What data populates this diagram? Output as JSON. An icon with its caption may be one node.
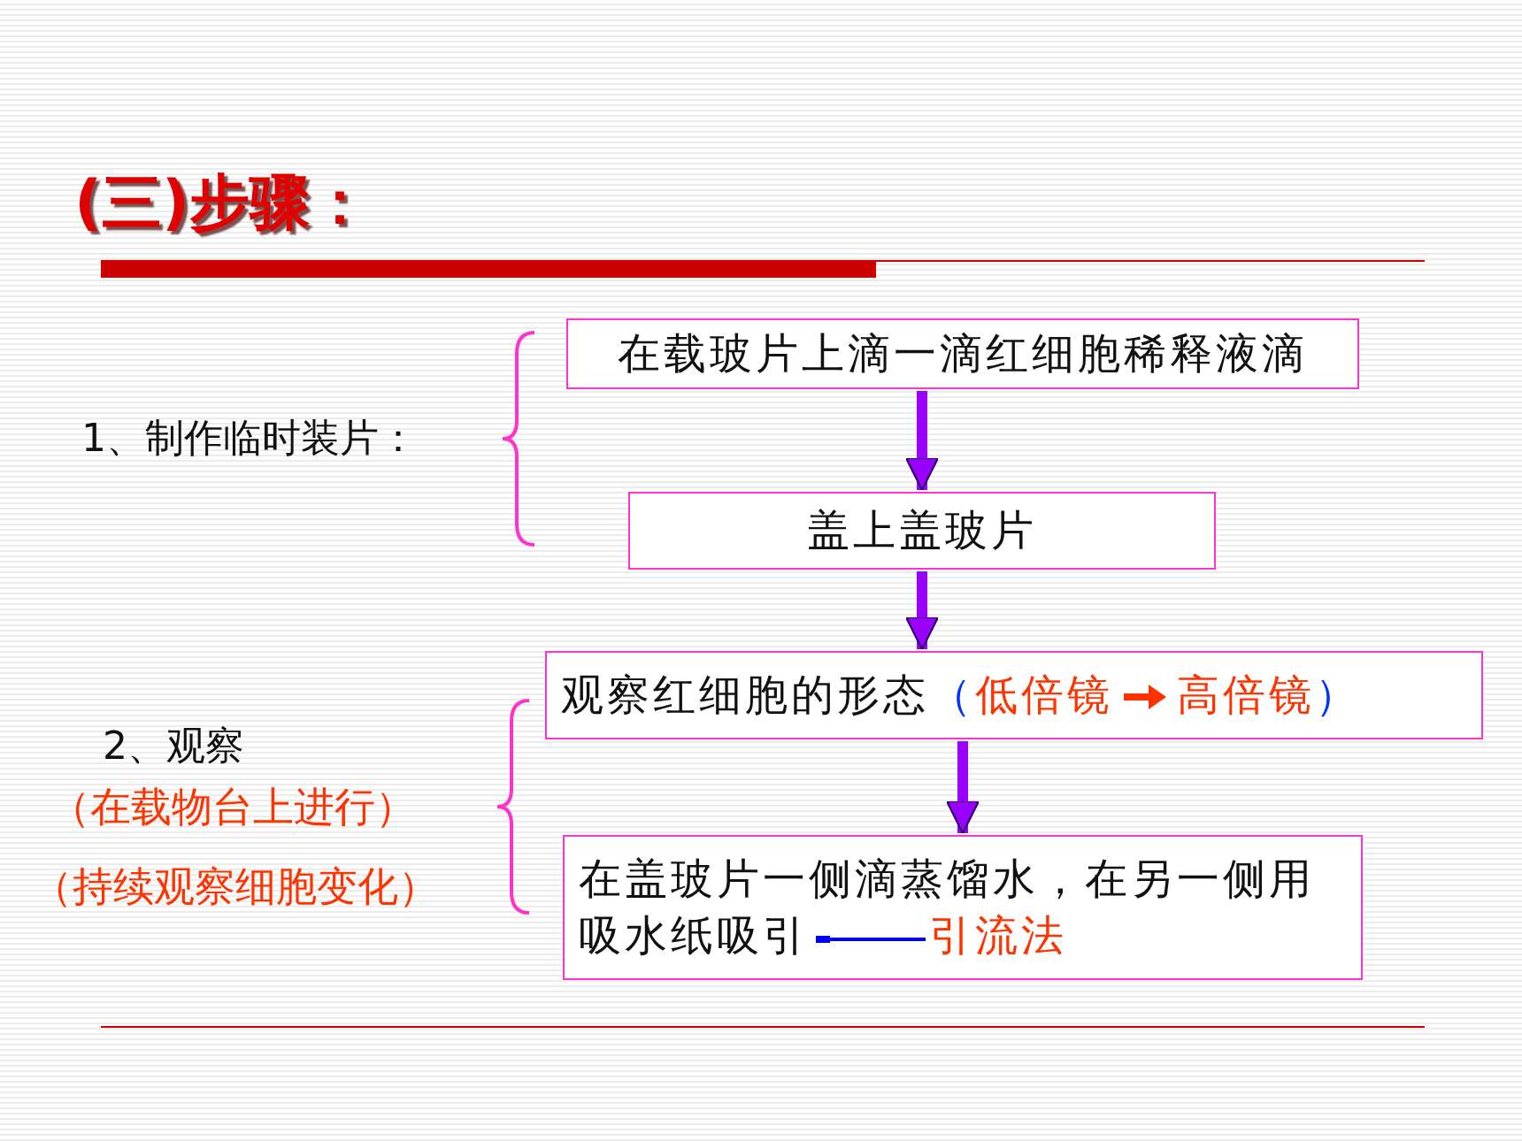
{
  "diagram": {
    "title": "(三)步骤：",
    "nodes": [
      {
        "text": [
          "在载玻片上滴一滴红细胞稀释液滴"
        ]
      },
      {
        "text": [
          "盖上盖玻片"
        ]
      },
      {
        "text": [
          "观察红细胞的形态",
          "（",
          "低倍镜",
          "高倍镜",
          "）"
        ]
      },
      {
        "text": [
          "在盖玻片一侧滴蒸馏水，在另一侧用吸水纸吸引",
          "引流法"
        ]
      }
    ],
    "edges": [
      {
        "from": 0,
        "to": 1,
        "arrow": "to"
      },
      {
        "from": 1,
        "to": 2,
        "arrow": "to"
      },
      {
        "from": 2,
        "to": 3,
        "arrow": "to"
      }
    ],
    "labels": [
      "1、制作临时装片：",
      "2、观察",
      "（在载物台上进行）",
      "（持续观察细胞变化）"
    ]
  }
}
